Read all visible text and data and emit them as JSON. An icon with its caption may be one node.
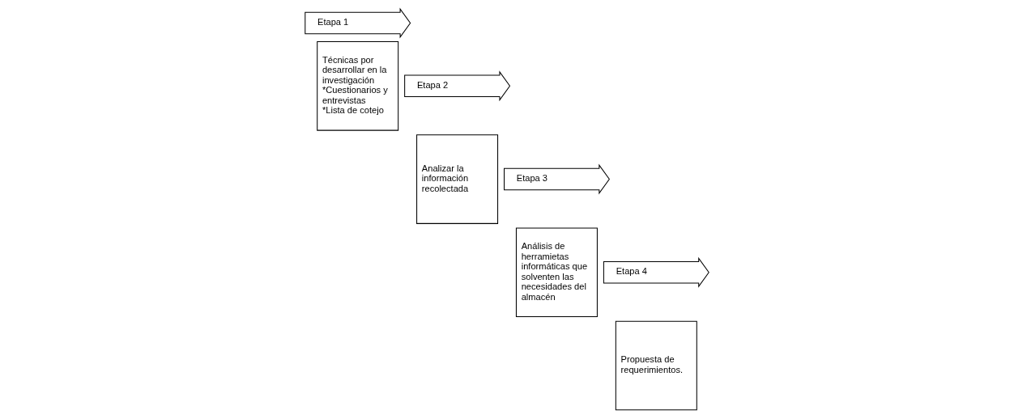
{
  "diagram": {
    "nodes": [
      {
        "text": [
          "Etapa 1"
        ]
      },
      {
        "text": [
          "Técnicas por desarrollar en la investigación",
          "*Cuestionarios y entrevistas",
          "*Lista de cotejo"
        ]
      },
      {
        "text": [
          "Etapa 2"
        ]
      },
      {
        "text": [
          "Analizar la información recolectada"
        ]
      },
      {
        "text": [
          "Etapa 3"
        ]
      },
      {
        "text": [
          "Análisis de herramietas informáticas que solventen las necesidades del almacén"
        ]
      },
      {
        "text": [
          "Etapa 4"
        ]
      },
      {
        "text": [
          "Propuesta de requerimientos."
        ]
      }
    ],
    "edges": []
  }
}
